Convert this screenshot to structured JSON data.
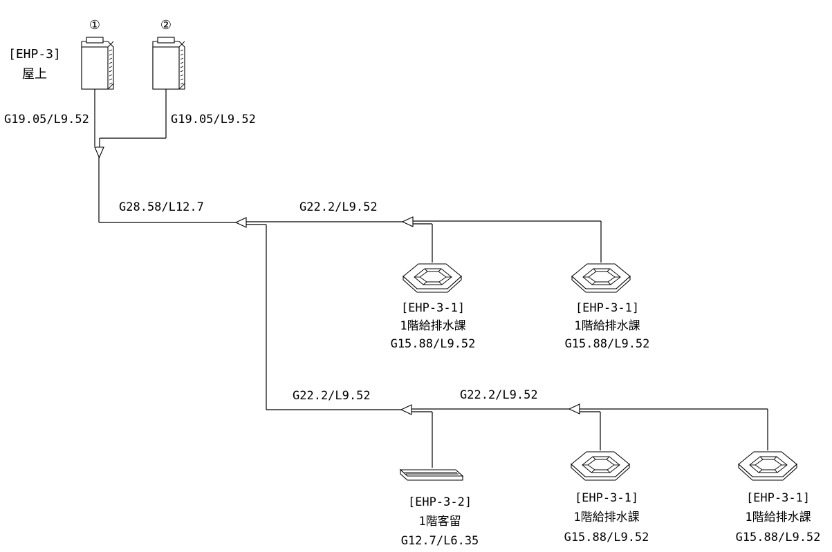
{
  "outdoor_units": {
    "system_tag": "[EHP-3]",
    "location": "屋上",
    "unit1_number": "①",
    "unit2_number": "②",
    "unit1_pipe": "G19.05/L9.52",
    "unit2_pipe": "G19.05/L9.52"
  },
  "main_pipe": {
    "label": "G28.58/L12.7"
  },
  "upper_branch": {
    "pipe": "G22.2/L9.52",
    "units": [
      {
        "tag": "[EHP-3-1]",
        "room": "1階給排水課",
        "pipe": "G15.88/L9.52"
      },
      {
        "tag": "[EHP-3-1]",
        "room": "1階給排水課",
        "pipe": "G15.88/L9.52"
      }
    ]
  },
  "lower_branch": {
    "pipe_left": "G22.2/L9.52",
    "pipe_right": "G22.2/L9.52",
    "units": [
      {
        "tag": "[EHP-3-2]",
        "room": "1階客留",
        "pipe": "G12.7/L6.35"
      },
      {
        "tag": "[EHP-3-1]",
        "room": "1階給排水課",
        "pipe": "G15.88/L9.52"
      },
      {
        "tag": "[EHP-3-1]",
        "room": "1階給排水課",
        "pipe": "G15.88/L9.52"
      }
    ]
  }
}
